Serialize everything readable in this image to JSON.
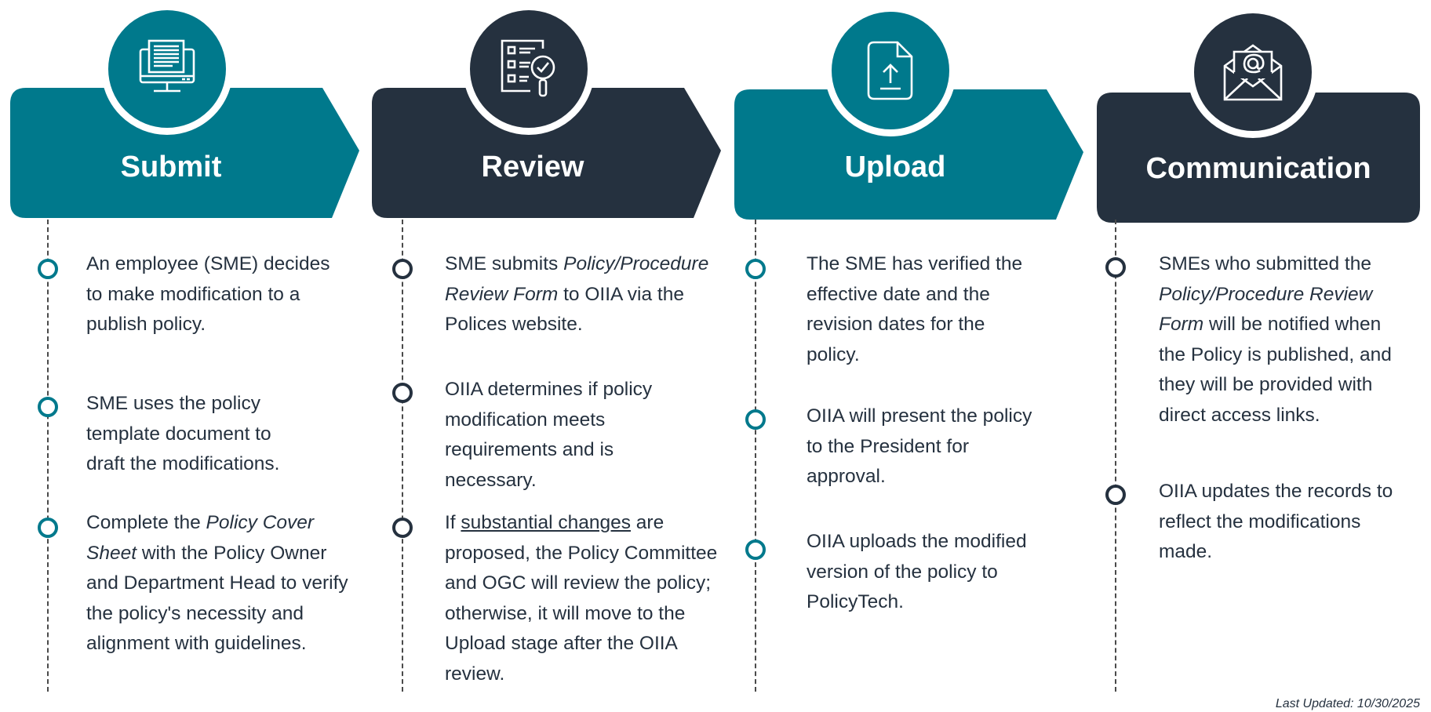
{
  "colors": {
    "teal": "#00798c",
    "navy": "#25313f",
    "white": "#ffffff"
  },
  "stages": [
    {
      "title": "Submit",
      "icon": "computer-document-icon",
      "steps": [
        "An employee (SME) decides to make modification to a publish policy.",
        "SME uses the policy template document to draft the modifications.",
        {
          "before": "Complete the ",
          "em": "Policy Cover Sheet",
          "after": " with the Policy Owner and Department Head to verify the policy's necessity and alignment with guidelines."
        }
      ]
    },
    {
      "title": "Review",
      "icon": "checklist-magnifier-icon",
      "steps": [
        {
          "before": "SME submits ",
          "em": "Policy/Procedure Review Form",
          "after": " to OIIA via the Polices website."
        },
        "OIIA determines if policy modification meets requirements and is necessary.",
        {
          "before": "If ",
          "link": "substantial changes",
          "after": " are proposed, the Policy Committee and OGC will review the policy; otherwise, it will move to the Upload stage after the OIIA review."
        }
      ]
    },
    {
      "title": "Upload",
      "icon": "file-upload-icon",
      "steps": [
        "The SME has verified the effective date and the revision dates for the policy.",
        "OIIA will present the policy to the President for approval.",
        "OIIA uploads the modified version of the policy to PolicyTech."
      ]
    },
    {
      "title": "Communication",
      "icon": "email-envelope-icon",
      "steps": [
        {
          "before": "SMEs who submitted the ",
          "em": "Policy/Procedure Review Form",
          "after": " will be notified when the Policy is published, and they will be provided with direct access links."
        },
        "OIIA updates the records to reflect the modifications made."
      ]
    }
  ],
  "footer": {
    "text": "Last Updated: 10/30/2025"
  }
}
